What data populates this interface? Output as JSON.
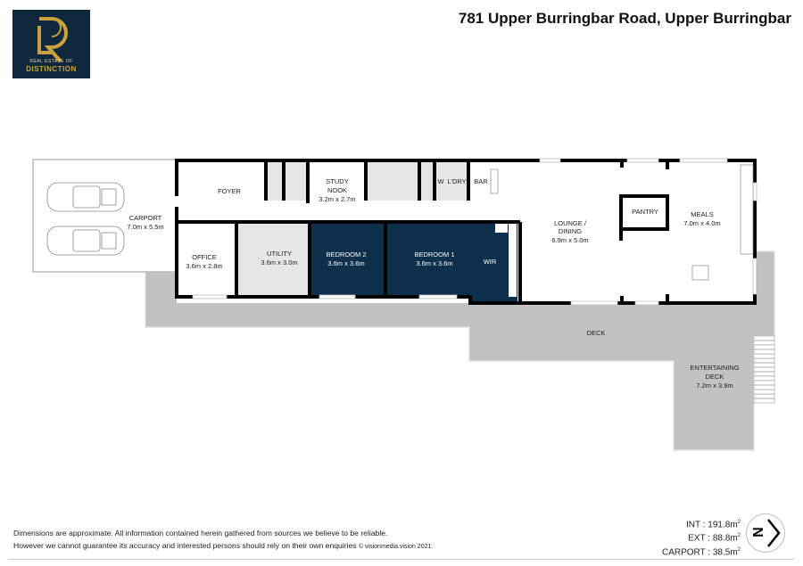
{
  "header": {
    "title": "781 Upper Burringbar Road, Upper Burringbar",
    "logo": {
      "line1": "REAL ESTATE OF",
      "line2": "DISTINCTION",
      "monogram": "LR"
    }
  },
  "rooms": {
    "carport": {
      "name": "CARPORT",
      "size": "7.0m x 5.5m"
    },
    "foyer": {
      "name": "FOYER"
    },
    "study": {
      "name1": "STUDY",
      "name2": "NOOK",
      "size": "3.2m x 2.7m"
    },
    "office": {
      "name": "OFFICE",
      "size": "3.6m x 2.8m"
    },
    "utility": {
      "name": "UTILITY",
      "size": "3.6m x 3.0m"
    },
    "bedroom2": {
      "name": "BEDROOM 2",
      "size": "3.6m x 3.6m"
    },
    "bedroom1": {
      "name": "BEDROOM 1",
      "size": "3.6m x 3.6m"
    },
    "wir": {
      "name": "WIR"
    },
    "w": {
      "name": "W"
    },
    "laundry": {
      "name": "L'DRY"
    },
    "bar": {
      "name": "BAR"
    },
    "lounge": {
      "name1": "LOUNGE /",
      "name2": "DINING",
      "size": "6.9m x 5.0m"
    },
    "pantry": {
      "name": "PANTRY"
    },
    "meals": {
      "name": "MEALS",
      "size": "7.0m x 4.0m"
    },
    "deck": {
      "name": "DECK"
    },
    "ent_deck": {
      "name1": "ENTERTAINING",
      "name2": "DECK",
      "size": "7.2m x 3.9m"
    }
  },
  "colors": {
    "bedroom": "#0d2f4b",
    "deck": "#c2c2c2",
    "wet": "#e6e6e6",
    "logo_bg": "#10283d",
    "logo_gold": "#c9a23f"
  },
  "footer": {
    "disclaimer1": "Dimensions are approximate. All information contained herein gathered from sources we believe to be reliable.",
    "disclaimer2": "However we cannot guarantee its accuracy and interested persons should rely on their own enquiries",
    "copyright": "© visionmedia.vision 2021.",
    "areas": [
      {
        "label": "INT :",
        "value": "191.8m"
      },
      {
        "label": "EXT :",
        "value": "88.8m"
      },
      {
        "label": "CARPORT :",
        "value": "38.5m"
      }
    ],
    "area_unit_sup": "2",
    "compass_letter": "N"
  }
}
